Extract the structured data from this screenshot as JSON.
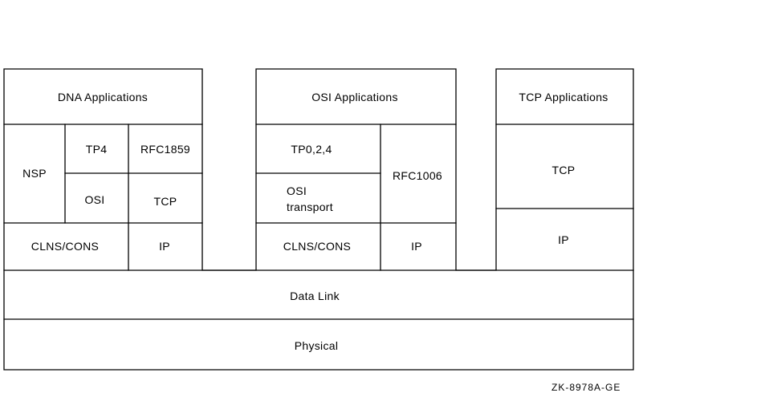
{
  "dna": {
    "applications": "DNA Applications",
    "nsp": "NSP",
    "tp4": "TP4",
    "rfc1859": "RFC1859",
    "osi": "OSI",
    "tcp": "TCP",
    "clns_cons": "CLNS/CONS",
    "ip": "IP"
  },
  "osi": {
    "applications": "OSI Applications",
    "tp024": "TP0,2,4",
    "transport_line1": "OSI",
    "transport_line2": "transport",
    "rfc1006": "RFC1006",
    "clns_cons": "CLNS/CONS",
    "ip": "IP"
  },
  "tcpstack": {
    "applications": "TCP Applications",
    "tcp": "TCP",
    "ip": "IP"
  },
  "shared": {
    "data_link": "Data Link",
    "physical": "Physical"
  },
  "figure_ref": "ZK-8978A-GE"
}
